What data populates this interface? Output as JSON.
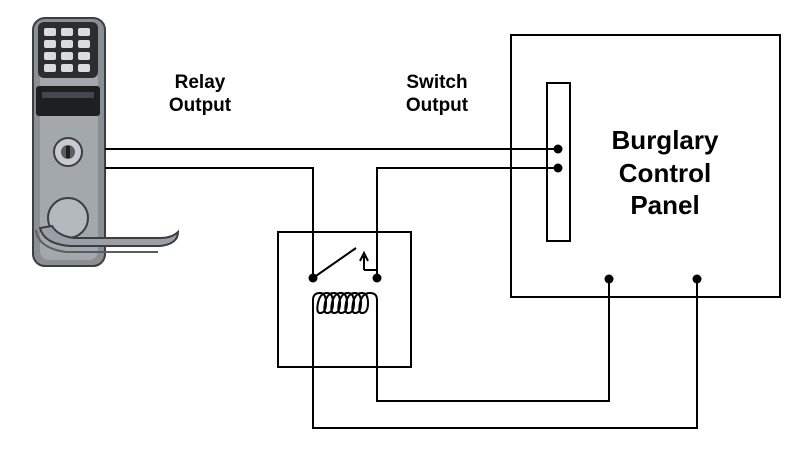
{
  "labels": {
    "relay_output": [
      "Relay",
      "Output"
    ],
    "switch_output": [
      "Switch",
      "Output"
    ],
    "panel": [
      "Burglary",
      "Control",
      "Panel"
    ]
  },
  "colors": {
    "line": "#000000",
    "lock_body": "#8a8f94",
    "lock_dark": "#2b2d30",
    "keypad_key": "#d9dcdf"
  },
  "icons": [
    "keypad-lock-icon",
    "relay-switch-icon",
    "relay-coil-icon"
  ]
}
